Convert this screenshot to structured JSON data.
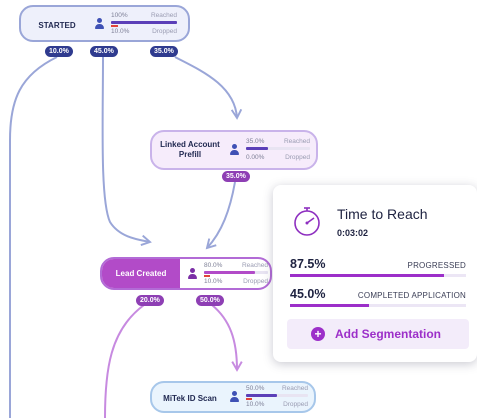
{
  "colors": {
    "navy_pill": "#2f3b8f",
    "purple_pill": "#8e3fb4",
    "reached_bar_blue": "#5b3fb8",
    "reached_bar_purple": "#b24bc8",
    "dropped_bar": "#e0443a",
    "connector_blue": "#9aa6d8",
    "connector_purple": "#c78ae0"
  },
  "nodes": {
    "started": {
      "title": "STARTED",
      "reached": "100%",
      "dropped": "10.0%",
      "reached_label": "Reached",
      "dropped_label": "Dropped",
      "reached_fraction": 1.0,
      "dropped_fraction": 0.1
    },
    "linked_account": {
      "title_line1": "Linked Account",
      "title_line2": "Prefill",
      "reached": "35.0%",
      "dropped": "0.00%",
      "reached_label": "Reached",
      "dropped_label": "Dropped",
      "reached_fraction": 0.35,
      "dropped_fraction": 0.0
    },
    "lead_created": {
      "title": "Lead Created",
      "reached": "80.0%",
      "dropped": "10.0%",
      "reached_label": "Reached",
      "dropped_label": "Dropped",
      "reached_fraction": 0.8,
      "dropped_fraction": 0.1
    },
    "mitek": {
      "title": "MiTek ID Scan",
      "reached": "50.0%",
      "dropped": "10.0%",
      "reached_label": "Reached",
      "dropped_label": "Dropped",
      "reached_fraction": 0.5,
      "dropped_fraction": 0.1
    }
  },
  "pills": {
    "started_left": "10.0%",
    "started_mid": "45.0%",
    "started_right": "35.0%",
    "linked_out": "35.0%",
    "lead_left": "20.0%",
    "lead_right": "50.0%"
  },
  "popup": {
    "title": "Time to Reach",
    "time": "0:03:02",
    "metrics": [
      {
        "value": "87.5%",
        "caption": "PROGRESSED",
        "fraction": 0.875
      },
      {
        "value": "45.0%",
        "caption": "COMPLETED APPLICATION",
        "fraction": 0.45
      }
    ],
    "button_label": "Add Segmentation",
    "icon": "stopwatch-icon"
  }
}
